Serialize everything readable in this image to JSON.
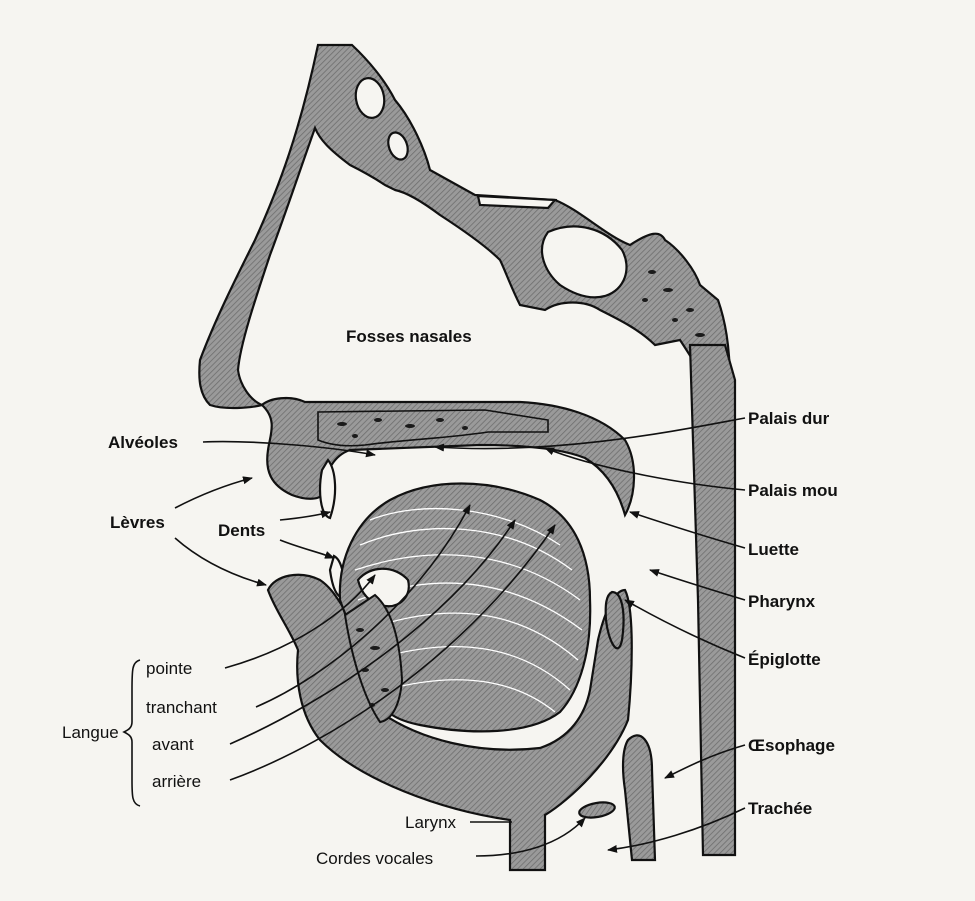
{
  "labels": {
    "fosses_nasales": "Fosses nasales",
    "palais_dur": "Palais dur",
    "palais_mou": "Palais mou",
    "luette": "Luette",
    "pharynx": "Pharynx",
    "epiglotte": "Épiglotte",
    "oesophage": "Œsophage",
    "trachee": "Trachée",
    "alveoles": "Alvéoles",
    "levres": "Lèvres",
    "dents": "Dents",
    "langue": "Langue",
    "pointe": "pointe",
    "tranchant": "tranchant",
    "avant": "avant",
    "arriere": "arrière",
    "larynx": "Larynx",
    "cordes_vocales": "Cordes vocales"
  },
  "colors": {
    "ink": "#111111",
    "paper": "#f6f5f1",
    "tissue": "#8f8f8f"
  }
}
